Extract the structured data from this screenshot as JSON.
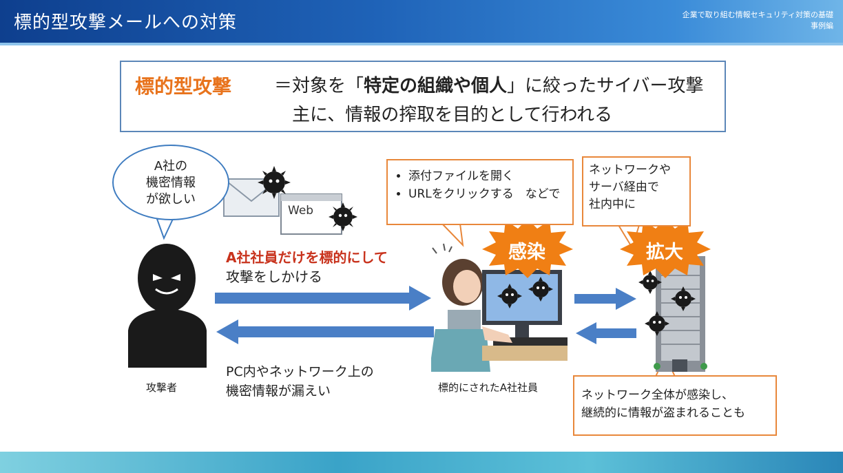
{
  "header": {
    "title": "標的型攻撃メールへの対策",
    "subtitle_line1": "企業で取り組む情報セキュリティ対策の基礎",
    "subtitle_line2": "事例編"
  },
  "definition": {
    "term": "標的型攻撃",
    "line1_prefix": "＝対象を「",
    "line1_bold": "特定の組織や個人",
    "line1_suffix": "」に絞ったサイバー攻撃",
    "line2": "主に、情報の搾取を目的として行われる"
  },
  "thought_bubble": {
    "line1": "A社の",
    "line2": "機密情報",
    "line3": "が欲しい"
  },
  "web_window_label": "Web",
  "attack_text": {
    "headline": "A社社員だけを標的にして",
    "sub": "攻撃をしかける"
  },
  "leak_text": {
    "line1": "PC内やネットワーク上の",
    "line2": "機密情報が漏えい"
  },
  "attacker_label": "攻撃者",
  "employee_label": "標的にされたA社社員",
  "callout_infection": {
    "items": [
      "添付ファイルを開く",
      "URLをクリックする　などで"
    ]
  },
  "callout_spread": {
    "line1": "ネットワークや",
    "line2": "サーバ経由で",
    "line3": "社内中に"
  },
  "callout_bottom": {
    "line1": "ネットワーク全体が感染し、",
    "line2": "継続的に情報が盗まれることも"
  },
  "burst_infection": "感染",
  "burst_spread": "拡大",
  "colors": {
    "accent_orange": "#e8731c",
    "headline_red": "#c8321c",
    "arrow_blue": "#4a7fc6",
    "box_border": "#5b86b8"
  }
}
